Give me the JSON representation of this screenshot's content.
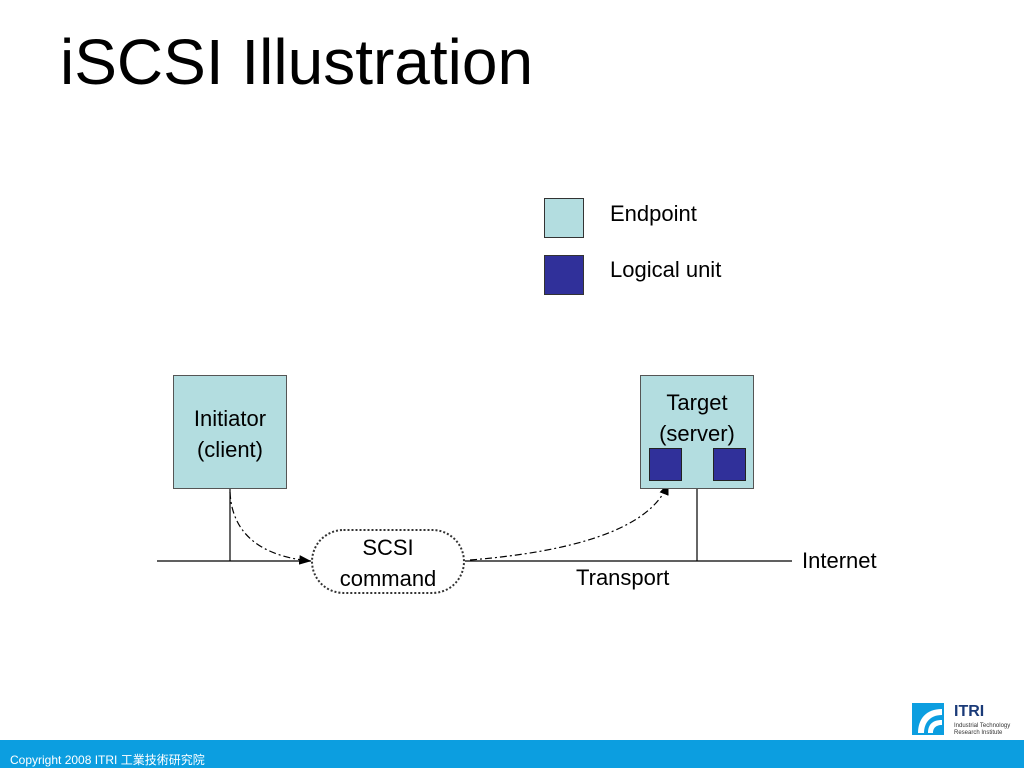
{
  "slide": {
    "title": "iSCSI Illustration"
  },
  "colors": {
    "endpoint": "#b3dde0",
    "logical_unit": "#30309a",
    "footer_bar": "#0c9ee0",
    "logo_blue": "#0c9ee0"
  },
  "legend": {
    "endpoint_label": "Endpoint",
    "logical_unit_label": "Logical unit"
  },
  "diagram": {
    "initiator_line1": "Initiator",
    "initiator_line2": "(client)",
    "target_line1": "Target",
    "target_line2": "(server)",
    "scsi_line1": "SCSI",
    "scsi_line2": "command",
    "transport_label": "Transport",
    "internet_label": "Internet"
  },
  "footer": {
    "copyright": "Copyright 2008 ITRI 工業技術研究院",
    "logo_name": "ITRI",
    "logo_line1": "Industrial Technology",
    "logo_line2": "Research Institute"
  }
}
